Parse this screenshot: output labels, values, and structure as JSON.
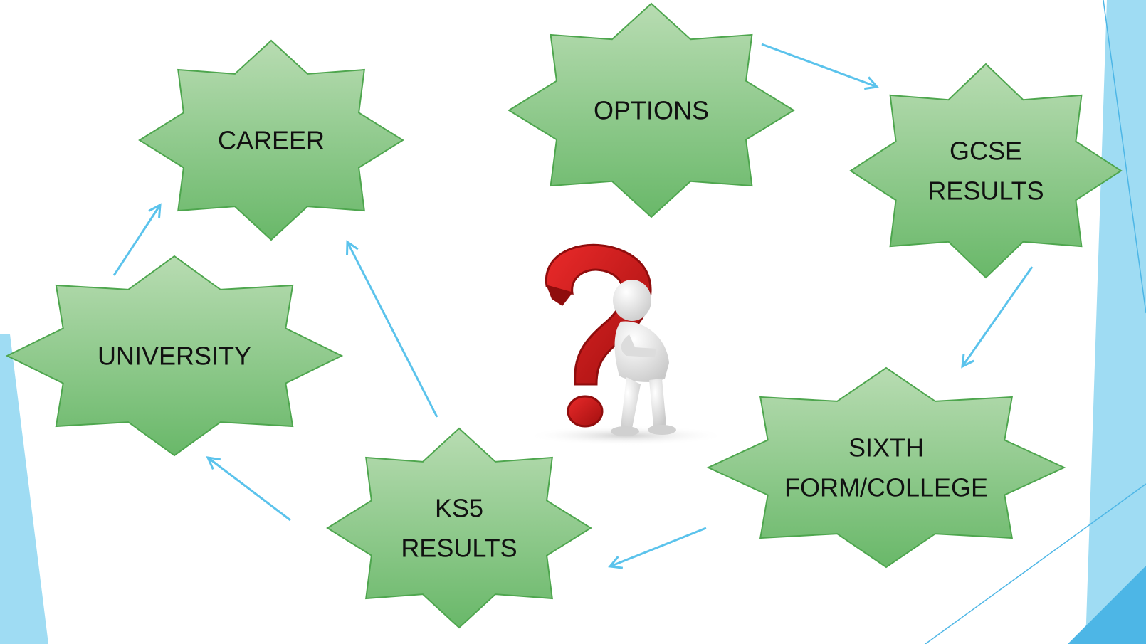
{
  "nodes": [
    {
      "id": "options",
      "lines": [
        "OPTIONS"
      ]
    },
    {
      "id": "gcse-results",
      "lines": [
        "GCSE",
        "RESULTS"
      ]
    },
    {
      "id": "sixth-form-college",
      "lines": [
        "SIXTH",
        "FORM/COLLEGE"
      ]
    },
    {
      "id": "ks5-results",
      "lines": [
        "KS5",
        "RESULTS"
      ]
    },
    {
      "id": "university",
      "lines": [
        "UNIVERSITY"
      ]
    },
    {
      "id": "career",
      "lines": [
        "CAREER"
      ]
    }
  ],
  "edges": [
    {
      "from": "options",
      "to": "gcse-results"
    },
    {
      "from": "gcse-results",
      "to": "sixth-form-college"
    },
    {
      "from": "sixth-form-college",
      "to": "ks5-results"
    },
    {
      "from": "ks5-results",
      "to": "university"
    },
    {
      "from": "ks5-results",
      "to": "career"
    },
    {
      "from": "university",
      "to": "career"
    }
  ],
  "center_image": {
    "icon": "question-mark-thinking-figure-icon"
  },
  "colors": {
    "star_fill_top": "#b8dcb2",
    "star_fill_bottom": "#69b869",
    "star_stroke": "#4ea64e",
    "arrow": "#5bc3ec",
    "accent_light": "#9fdcf3",
    "accent_dark": "#4db6e6",
    "question_red": "#d21a1a",
    "question_red_dark": "#8f0d0d",
    "figure": "#eeeeee"
  }
}
